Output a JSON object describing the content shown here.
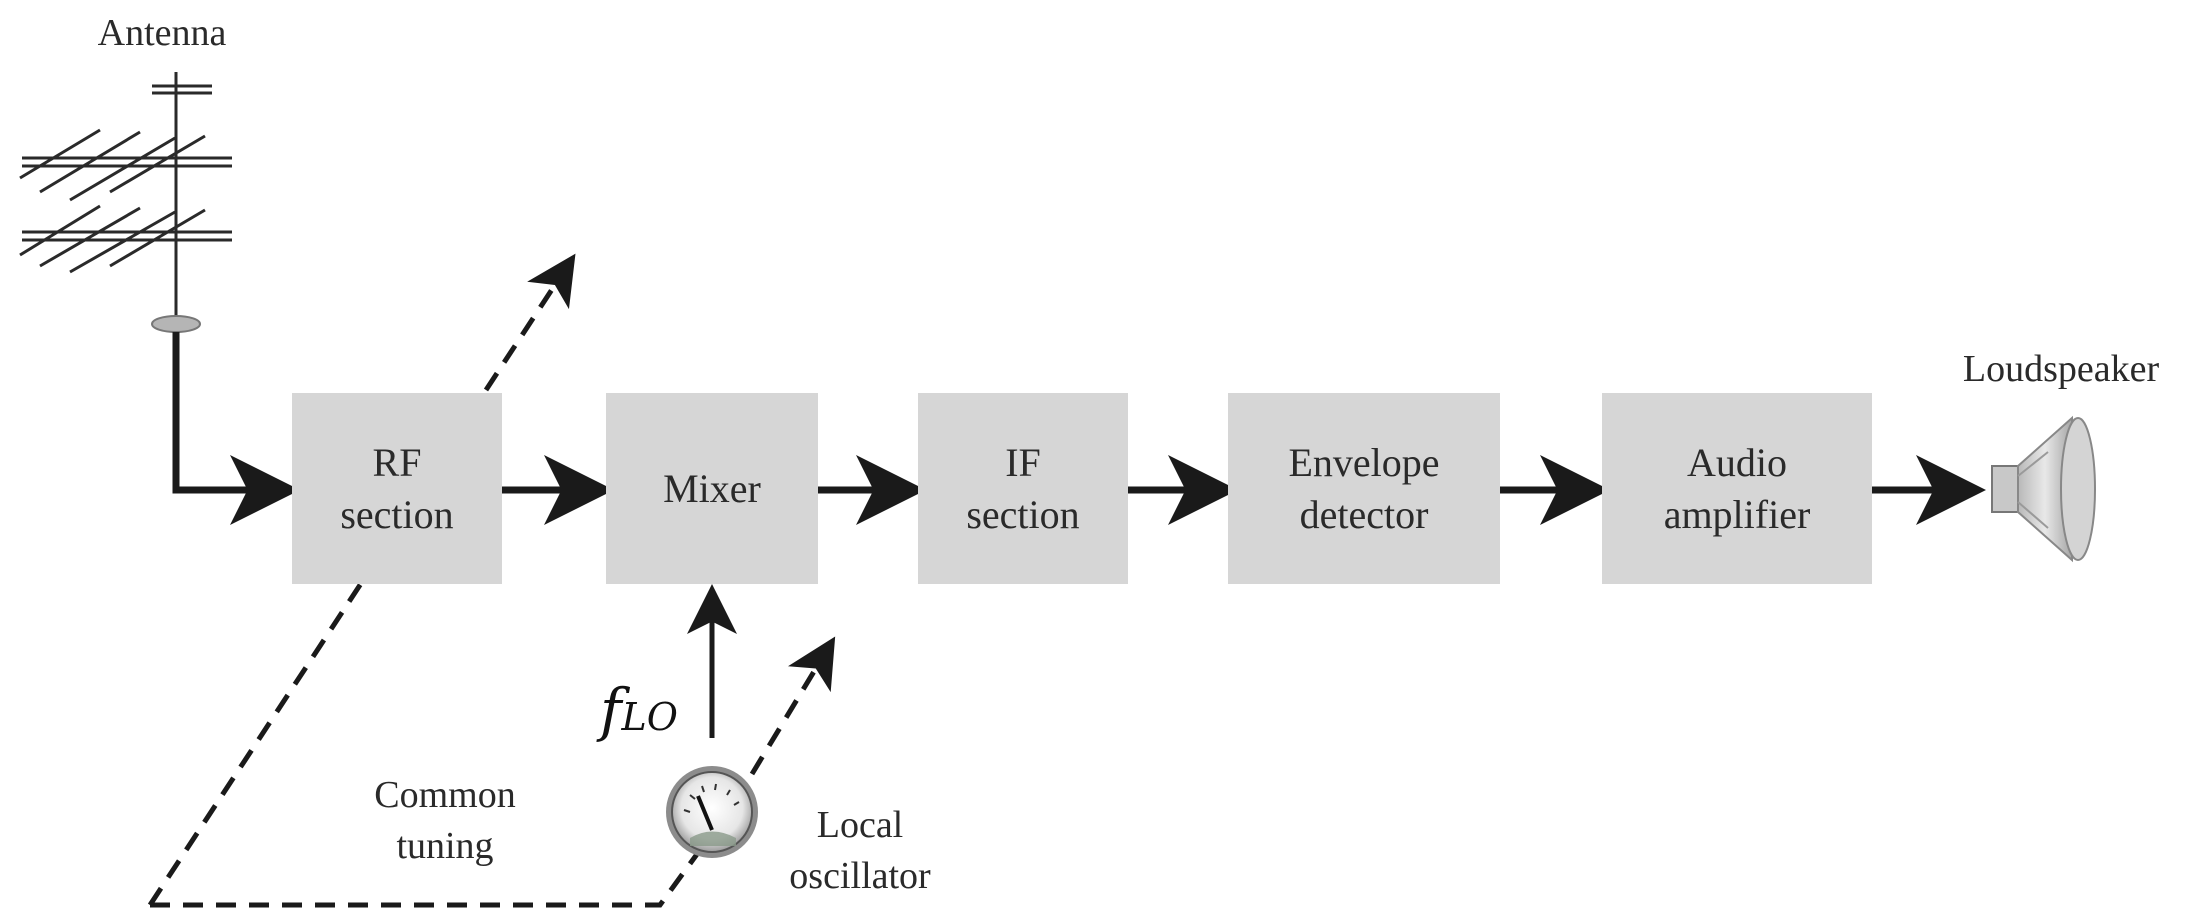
{
  "labels": {
    "antenna": "Antenna",
    "loudspeaker": "Loudspeaker",
    "common_tuning": [
      "Common",
      "tuning"
    ],
    "local_oscillator": [
      "Local",
      "oscillator"
    ],
    "f_lo": {
      "base": "f",
      "subscript": "LO"
    }
  },
  "blocks": {
    "rf": {
      "line1": "RF",
      "line2": "section"
    },
    "mixer": {
      "line1": "Mixer",
      "line2": ""
    },
    "if": {
      "line1": "IF",
      "line2": "section"
    },
    "envelope": {
      "line1": "Envelope",
      "line2": "detector"
    },
    "audio": {
      "line1": "Audio",
      "line2": "amplifier"
    }
  },
  "colors": {
    "block_fill": "#d6d6d6",
    "line": "#1a1a1a"
  },
  "icons": [
    "antenna-icon",
    "loudspeaker-icon",
    "local-oscillator-dial-icon"
  ]
}
